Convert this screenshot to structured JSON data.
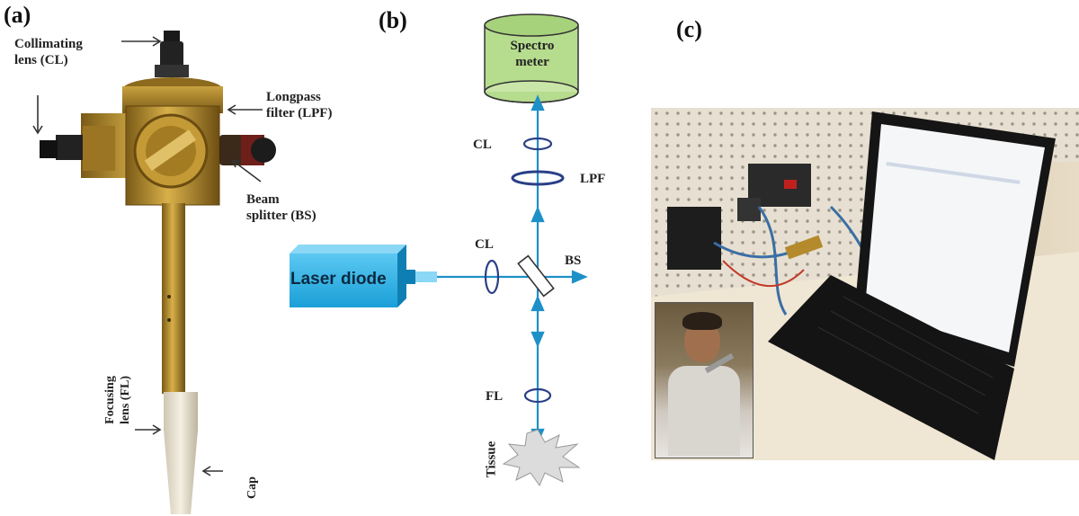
{
  "panels": {
    "a": "(a)",
    "b": "(b)",
    "c": "(c)"
  },
  "panel_a": {
    "collimating_lens_label": "Collimating\nlens (CL)",
    "longpass_filter_label": "Longpass\nfilter (LPF)",
    "beam_splitter_label": "Beam\nsplitter (BS)",
    "focusing_lens_label": "Focusing\nlens (FL)",
    "cap_label": "Cap"
  },
  "panel_b": {
    "spectrometer_label": "Spectro\nmeter",
    "laser_label": "Laser diode",
    "cl_top_label": "CL",
    "lpf_label": "LPF",
    "cl_mid_label": "CL",
    "bs_label": "BS",
    "fl_label": "FL",
    "tissue_label": "Tissue"
  },
  "colors": {
    "beam": "#1e90c8",
    "laser_box": "#2fb4e8",
    "spectrometer": "#b6dc8e",
    "lens": "#2a3f86",
    "brass": "#b48a2c"
  }
}
